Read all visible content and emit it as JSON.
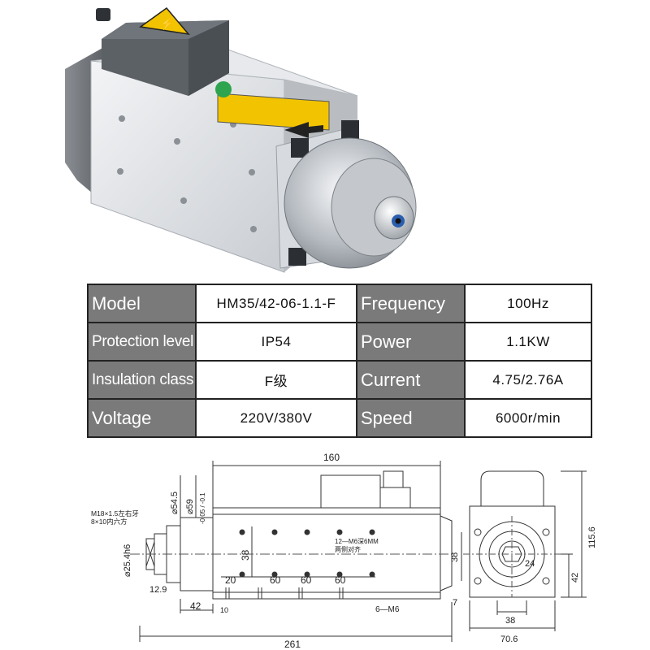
{
  "spec_table": {
    "rows": [
      {
        "label_left": "Model",
        "value_left": "HM35/42-06-1.1-F",
        "label_right": "Frequency",
        "value_right": "100Hz"
      },
      {
        "label_left": "Protection level",
        "value_left": "IP54",
        "label_right": "Power",
        "value_right": "1.1KW"
      },
      {
        "label_left": "Insulation class",
        "value_left": "F级",
        "label_right": "Current",
        "value_right": "4.75/2.76A"
      },
      {
        "label_left": "Voltage",
        "value_left": "220V/380V",
        "label_right": "Speed",
        "value_right": "6000r/min"
      }
    ]
  },
  "drawing": {
    "dim_160": "160",
    "dim_261": "261",
    "dim_42": "42",
    "dim_10": "10",
    "dim_6_m6": "6—M6",
    "dim_20": "20",
    "dim_60a": "60",
    "dim_60b": "60",
    "dim_60c": "60",
    "dim_38_front": "38",
    "dim_12_9": "12.9",
    "dim_d54_5": "⌀54.5",
    "dim_d59": "⌀59",
    "dim_d59_tol": "-0.05 / -0.1",
    "dim_d25_4": "⌀25.4h6",
    "dim_m18": "M18×1.5左右牙",
    "dim_8x10": "8×10内六方",
    "note_12_m6": "12—M6深6MM",
    "note_two_sides": "两侧对齐",
    "dim_115_6": "115.6",
    "dim_42_side": "42",
    "dim_38_side": "38",
    "dim_38_bottom": "38",
    "dim_70_6": "70.6",
    "dim_24": "24",
    "dim_7": "7"
  },
  "colors": {
    "label_bg": "#7a7a7a",
    "warning_yellow": "#f2c300",
    "terminal_box": "#5c6166",
    "body_silver": "#dcdfe3"
  }
}
